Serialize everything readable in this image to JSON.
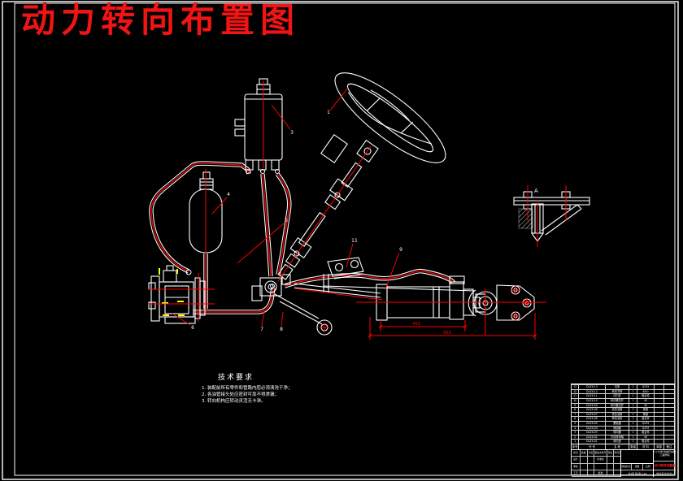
{
  "colors": {
    "background": "#000000",
    "outline": "#ffffff",
    "hose_red": "#ff0000",
    "title_red": "#f21414",
    "hidden_line_yellow": "#ffff00"
  },
  "title": {
    "text": "动力转向布置图"
  },
  "notes": {
    "header": "技术要求",
    "items": [
      "1. 装配前所有零件和管路内腔必须清洗干净；",
      "2. 各油管接头处应密封可靠不得渗漏；",
      "3. 转向机构应转动灵活无卡滞。"
    ]
  },
  "balloons": [
    {
      "label": "1"
    },
    {
      "label": "3"
    },
    {
      "label": "4"
    },
    {
      "label": "5"
    },
    {
      "label": "6"
    },
    {
      "label": "7"
    },
    {
      "label": "8"
    },
    {
      "label": "9"
    },
    {
      "label": "11"
    }
  ],
  "detail": {
    "label": "A"
  },
  "dimensions": {
    "d1": "450",
    "d2": "660"
  },
  "title_block": {
    "bom_header": [
      "序号",
      "代  号",
      "名  称",
      "数量",
      "材  料",
      "单重",
      "备注"
    ],
    "bom_rows": [
      {
        "no": "1",
        "code": "DLZX-01",
        "name": "转向盘",
        "qty": "1",
        "mat": "组合件",
        "note": ""
      },
      {
        "no": "2",
        "code": "DLZX-02",
        "name": "万向传动轴",
        "qty": "1",
        "mat": "45",
        "note": ""
      },
      {
        "no": "3",
        "code": "DLZX-03",
        "name": "转向器",
        "qty": "1",
        "mat": "组合件",
        "note": ""
      },
      {
        "no": "4",
        "code": "DLZX-04",
        "name": "储油罐",
        "qty": "1",
        "mat": "Q235",
        "note": ""
      },
      {
        "no": "5",
        "code": "DLZX-05",
        "name": "蓄能器",
        "qty": "1",
        "mat": "Q235",
        "note": ""
      },
      {
        "no": "6",
        "code": "DLZX-06",
        "name": "转向油泵",
        "qty": "1",
        "mat": "组合件",
        "note": ""
      },
      {
        "no": "7",
        "code": "DLZX-07",
        "name": "低压油管",
        "qty": "2",
        "mat": "橡胶",
        "note": ""
      },
      {
        "no": "8",
        "code": "DLZX-08",
        "name": "高压油管",
        "qty": "2",
        "mat": "橡胶",
        "note": ""
      },
      {
        "no": "9",
        "code": "DLZX-09",
        "name": "转向直拉杆",
        "qty": "1",
        "mat": "45",
        "note": ""
      },
      {
        "no": "10",
        "code": "DLZX-10",
        "name": "转向横拉杆",
        "qty": "1",
        "mat": "45",
        "note": ""
      },
      {
        "no": "11",
        "code": "DLZX-11",
        "name": "动力缸",
        "qty": "1",
        "mat": "组合件",
        "note": ""
      },
      {
        "no": "12",
        "code": "DLZX-12",
        "name": "转向节臂",
        "qty": "1",
        "mat": "40Cr",
        "note": ""
      },
      {
        "no": "13",
        "code": "DLZX-13",
        "name": "支架",
        "qty": "1",
        "mat": "Q235",
        "note": ""
      }
    ],
    "left_rows": [
      {
        "c0": "标记",
        "c1": "处数",
        "c2": "分区",
        "c3": "更改文件号",
        "c4": "签名",
        "c5": "年月日"
      },
      {
        "c0": "设计",
        "c1": "",
        "c2": "",
        "c3": "标准化",
        "c4": "",
        "c5": ""
      },
      {
        "c0": "审核",
        "c1": "",
        "c2": "",
        "c3": "",
        "c4": "",
        "c5": ""
      },
      {
        "c0": "工艺",
        "c1": "",
        "c2": "",
        "c3": "批准",
        "c4": "",
        "c5": ""
      }
    ],
    "stage_cells": [
      "阶段标记",
      "重量",
      "比例"
    ],
    "sheet": "共1张 第1张  1:10",
    "school_lines": "××大学 机械与车辆工程学院",
    "drawing_name": "动力转向布置图",
    "bottom_line": "毕业设计(论文)"
  }
}
